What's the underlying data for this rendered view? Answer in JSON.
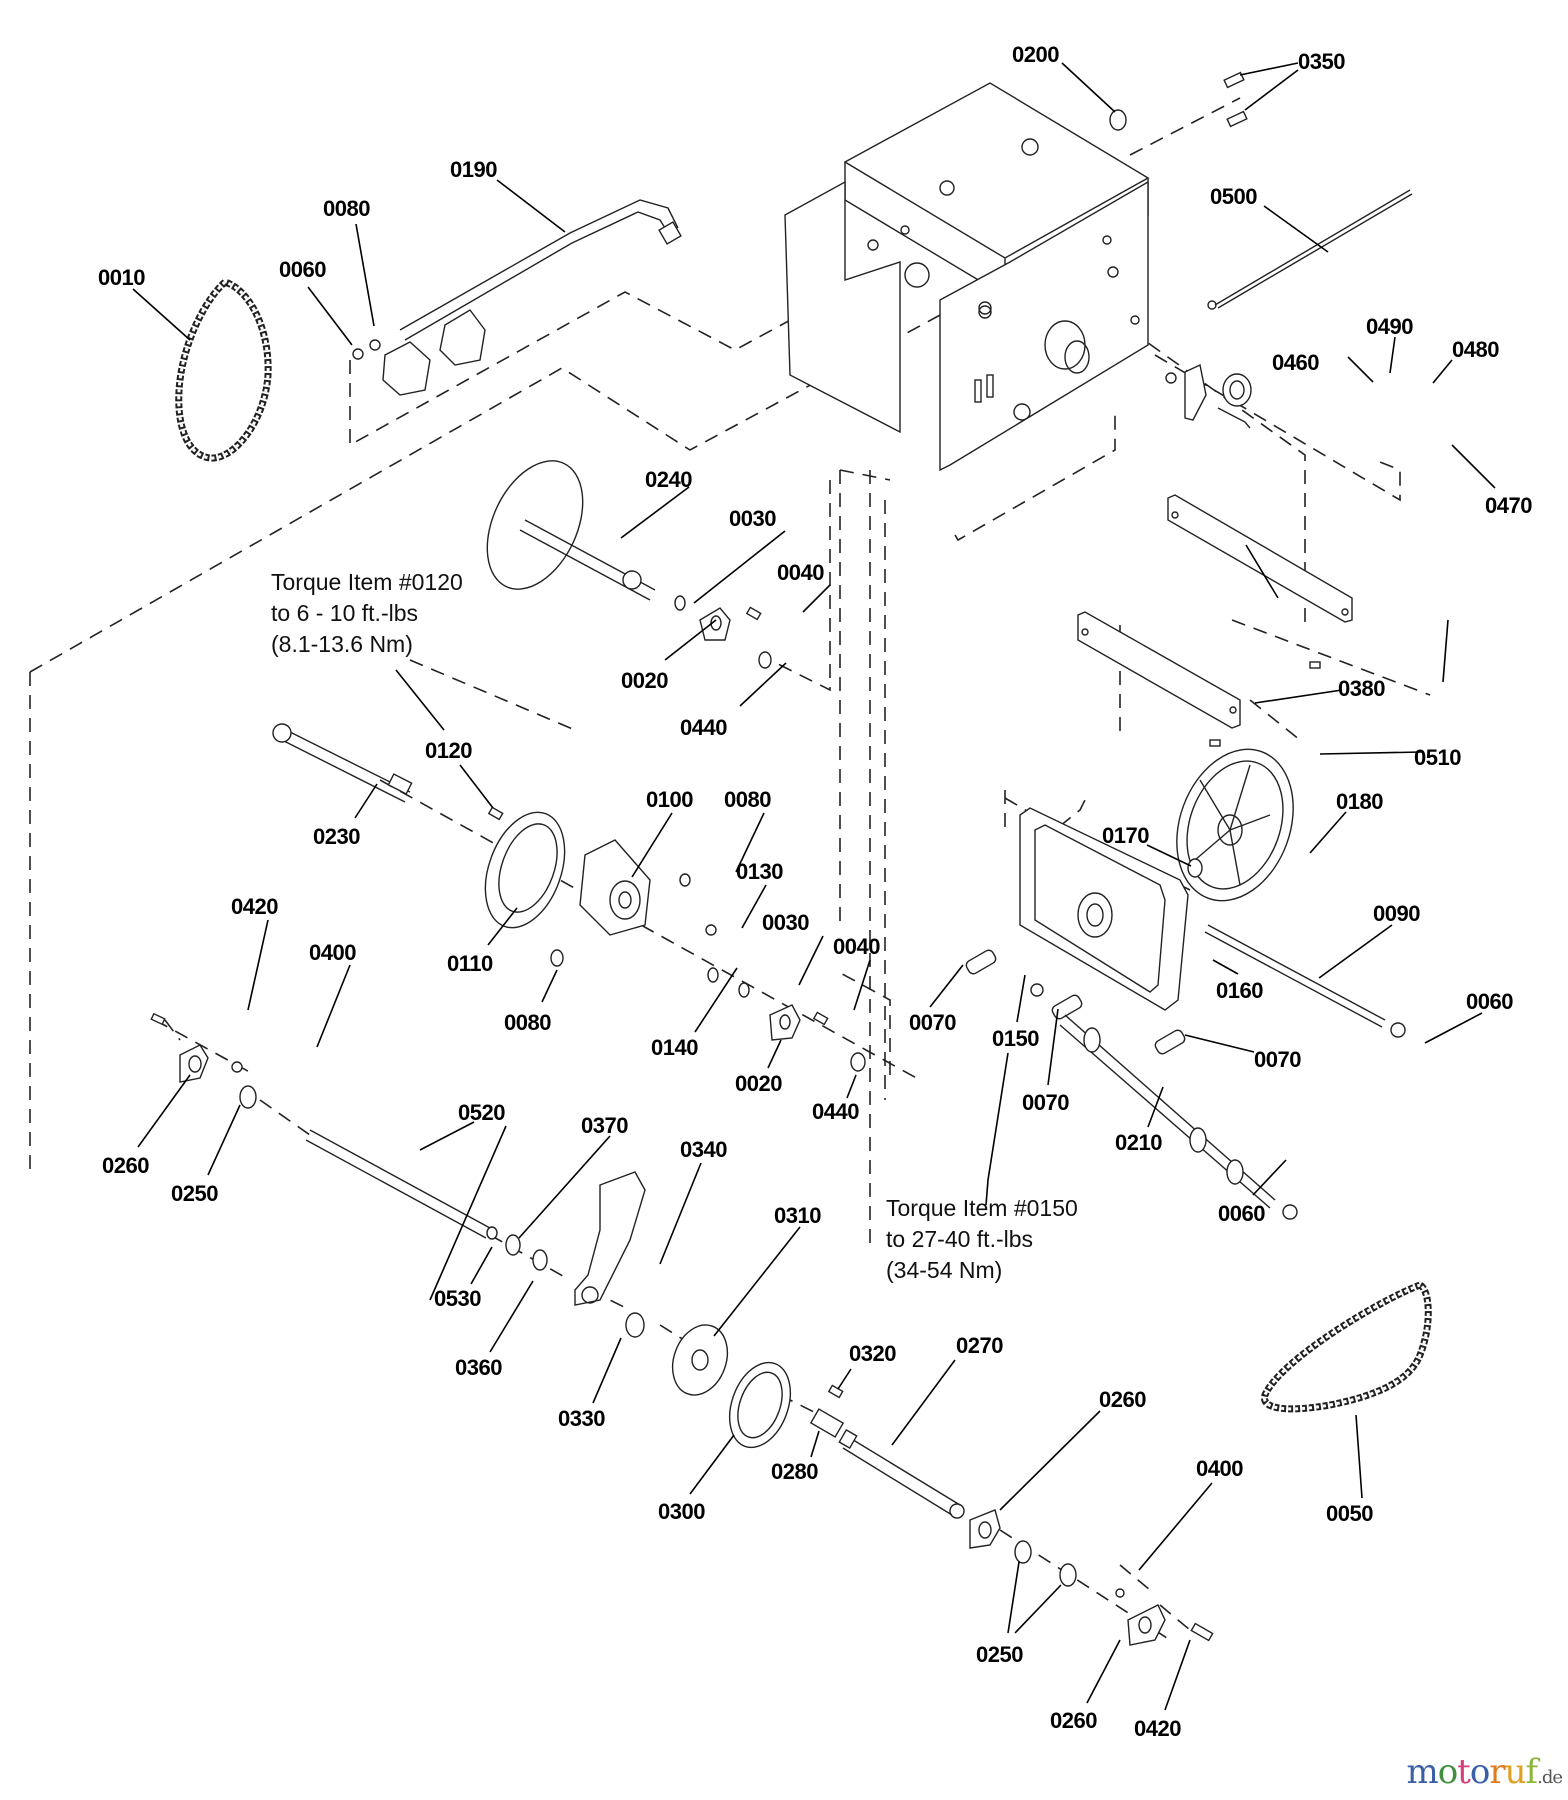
{
  "diagram": {
    "title": "Snow thrower drive / chassis exploded parts diagram",
    "callouts": [
      {
        "id": "c0200",
        "label": "0200"
      },
      {
        "id": "c0350",
        "label": "0350"
      },
      {
        "id": "c0190",
        "label": "0190"
      },
      {
        "id": "c0080a",
        "label": "0080"
      },
      {
        "id": "c0010",
        "label": "0010"
      },
      {
        "id": "c0060a",
        "label": "0060"
      },
      {
        "id": "c0500",
        "label": "0500"
      },
      {
        "id": "c0490",
        "label": "0490"
      },
      {
        "id": "c0480",
        "label": "0480"
      },
      {
        "id": "c0460",
        "label": "0460"
      },
      {
        "id": "c0470",
        "label": "0470"
      },
      {
        "id": "c0240",
        "label": "0240"
      },
      {
        "id": "c0030a",
        "label": "0030"
      },
      {
        "id": "c0040a",
        "label": "0040"
      },
      {
        "id": "c0020a",
        "label": "0020"
      },
      {
        "id": "c0440a",
        "label": "0440"
      },
      {
        "id": "c0120",
        "label": "0120"
      },
      {
        "id": "c0230",
        "label": "0230"
      },
      {
        "id": "c0100",
        "label": "0100"
      },
      {
        "id": "c0080b",
        "label": "0080"
      },
      {
        "id": "c0130",
        "label": "0130"
      },
      {
        "id": "c0110",
        "label": "0110"
      },
      {
        "id": "c0080c",
        "label": "0080"
      },
      {
        "id": "c0030b",
        "label": "0030"
      },
      {
        "id": "c0040b",
        "label": "0040"
      },
      {
        "id": "c0140",
        "label": "0140"
      },
      {
        "id": "c0020b",
        "label": "0020"
      },
      {
        "id": "c0440b",
        "label": "0440"
      },
      {
        "id": "c0420a",
        "label": "0420"
      },
      {
        "id": "c0400a",
        "label": "0400"
      },
      {
        "id": "c0260a",
        "label": "0260"
      },
      {
        "id": "c0250a",
        "label": "0250"
      },
      {
        "id": "c0380",
        "label": "0380"
      },
      {
        "id": "c0510",
        "label": "0510"
      },
      {
        "id": "c0180",
        "label": "0180"
      },
      {
        "id": "c0170",
        "label": "0170"
      },
      {
        "id": "c0090",
        "label": "0090"
      },
      {
        "id": "c0160",
        "label": "0160"
      },
      {
        "id": "c0060b",
        "label": "0060"
      },
      {
        "id": "c0070a",
        "label": "0070"
      },
      {
        "id": "c0150",
        "label": "0150"
      },
      {
        "id": "c0070b",
        "label": "0070"
      },
      {
        "id": "c0070c",
        "label": "0070"
      },
      {
        "id": "c0210",
        "label": "0210"
      },
      {
        "id": "c0060c",
        "label": "0060"
      },
      {
        "id": "c0520",
        "label": "0520"
      },
      {
        "id": "c0370",
        "label": "0370"
      },
      {
        "id": "c0340",
        "label": "0340"
      },
      {
        "id": "c0310",
        "label": "0310"
      },
      {
        "id": "c0530",
        "label": "0530"
      },
      {
        "id": "c0360",
        "label": "0360"
      },
      {
        "id": "c0330",
        "label": "0330"
      },
      {
        "id": "c0320",
        "label": "0320"
      },
      {
        "id": "c0270",
        "label": "0270"
      },
      {
        "id": "c0260b",
        "label": "0260"
      },
      {
        "id": "c0280",
        "label": "0280"
      },
      {
        "id": "c0300",
        "label": "0300"
      },
      {
        "id": "c0400b",
        "label": "0400"
      },
      {
        "id": "c0050",
        "label": "0050"
      },
      {
        "id": "c0250b",
        "label": "0250"
      },
      {
        "id": "c0260c",
        "label": "0260"
      },
      {
        "id": "c0420b",
        "label": "0420"
      }
    ],
    "torque_notes": [
      {
        "line1": "Torque Item #0120",
        "line2": "to 6 - 10 ft.-lbs",
        "line3": "(8.1-13.6 Nm)"
      },
      {
        "line1": "Torque Item #0150",
        "line2": "to 27-40 ft.-lbs",
        "line3": "(34-54 Nm)"
      }
    ]
  },
  "watermark": {
    "letters": [
      "m",
      "o",
      "t",
      "o",
      "r",
      "u",
      "f"
    ],
    "colors": [
      "#3a5fa8",
      "#3f8f3f",
      "#d6407a",
      "#3a5fa8",
      "#e07a20",
      "#e0a020",
      "#8cb83a"
    ],
    "suffix": ".de"
  }
}
